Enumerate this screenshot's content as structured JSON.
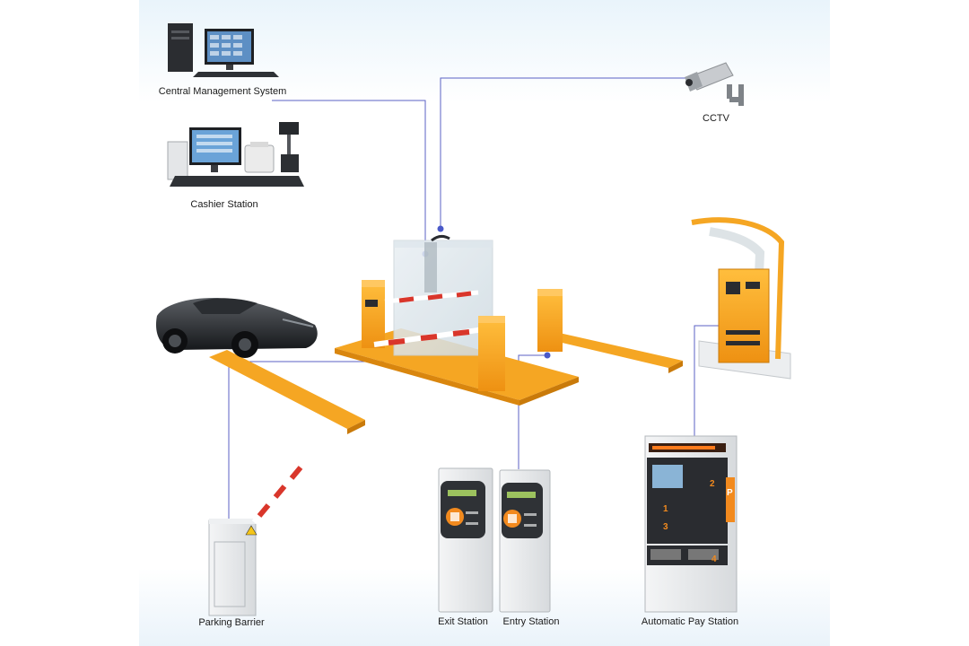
{
  "labels": {
    "central": "Central Management System",
    "cashier": "Cashier Station",
    "cctv": "CCTV",
    "barrier": "Parking Barrier",
    "exit": "Exit Station",
    "entry": "Entry Station",
    "pay": "Automatic Pay Station"
  },
  "pay_station_numbers": [
    "1",
    "2",
    "3",
    "4"
  ],
  "pay_station_sign": "P",
  "colors": {
    "orange": "#f5a623",
    "connector": "#5b62c4",
    "node": "#4a59c9",
    "barrier_red": "#d9362b"
  }
}
